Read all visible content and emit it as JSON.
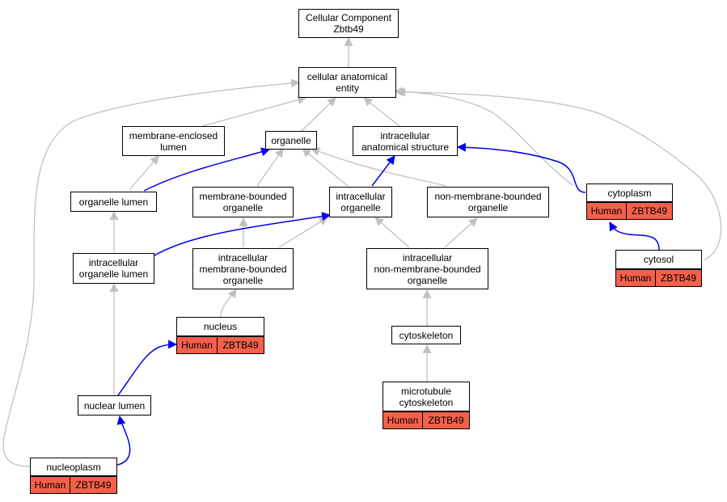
{
  "colors": {
    "annotation": "#f4604a",
    "direct_edge": "#0000ee",
    "inferred_edge": "#c0c0c0",
    "border": "#000000"
  },
  "nodes": {
    "root": "Cellular Component\nZbtb49",
    "cae": "cellular anatomical\nentity",
    "mel": "membrane-enclosed\nlumen",
    "org": "organelle",
    "ias": "intracellular\nanatomical structure",
    "orglumen": "organelle lumen",
    "mbo": "membrane-bounded\norganelle",
    "io": "intracellular\norganelle",
    "nmbo": "non-membrane-bounded\norganelle",
    "cyto": "cytoplasm",
    "iol": "intracellular\norganelle lumen",
    "imbo": "intracellular\nmembrane-bounded\norganelle",
    "inmbo": "intracellular\nnon-membrane-bounded\norganelle",
    "cytosol": "cytosol",
    "nucleus": "nucleus",
    "cytosk": "cytoskeleton",
    "nl": "nuclear lumen",
    "mtc": "microtubule\ncytoskeleton",
    "np": "nucleoplasm"
  },
  "annotations": {
    "cyto": [
      "Human",
      "ZBTB49"
    ],
    "cytosol": [
      "Human",
      "ZBTB49"
    ],
    "nucleus": [
      "Human",
      "ZBTB49"
    ],
    "mtc": [
      "Human",
      "ZBTB49"
    ],
    "np": [
      "Human",
      "ZBTB49"
    ]
  }
}
